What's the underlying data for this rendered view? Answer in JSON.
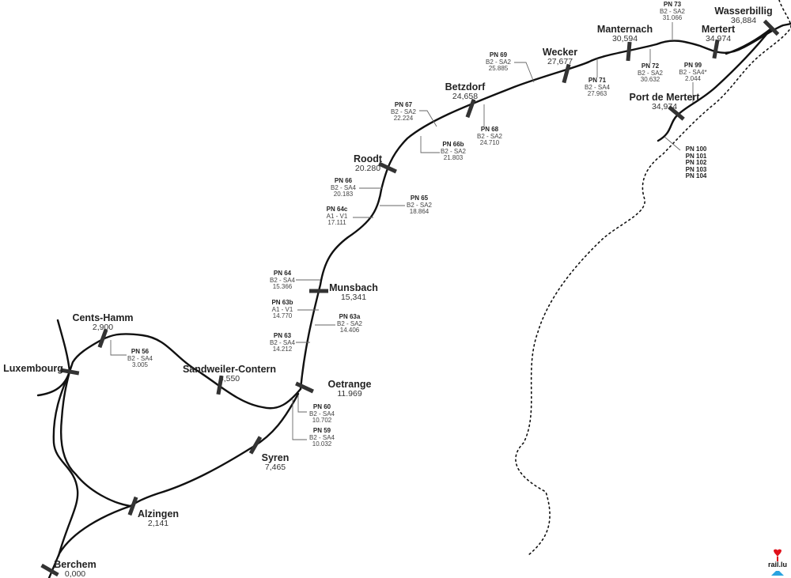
{
  "stations": [
    {
      "name": "Wasserbillig",
      "km": "36,884"
    },
    {
      "name": "Mertert",
      "km": "34,974"
    },
    {
      "name": "Manternach",
      "km": "30,594"
    },
    {
      "name": "Wecker",
      "km": "27,677"
    },
    {
      "name": "Betzdorf",
      "km": "24,658"
    },
    {
      "name": "Roodt",
      "km": "20.280"
    },
    {
      "name": "Munsbach",
      "km": "15,341"
    },
    {
      "name": "Oetrange",
      "km": "11.969"
    },
    {
      "name": "Sandweiler-Contern",
      "km": "6,550"
    },
    {
      "name": "Syren",
      "km": "7,465"
    },
    {
      "name": "Alzingen",
      "km": "2,141"
    },
    {
      "name": "Berchem",
      "km": "0,000"
    },
    {
      "name": "Luxembourg",
      "km": ""
    },
    {
      "name": "Cents-Hamm",
      "km": "2,900"
    },
    {
      "name": "Port de Mertert",
      "km": "34,974"
    }
  ],
  "crossings": [
    {
      "id": "PN 56",
      "type": "B2 - SA4",
      "km": "3.005"
    },
    {
      "id": "PN 59",
      "type": "B2 - SA4",
      "km": "10.032"
    },
    {
      "id": "PN 60",
      "type": "B2 - SA4",
      "km": "10.702"
    },
    {
      "id": "PN 63",
      "type": "B2 - SA4",
      "km": "14.212"
    },
    {
      "id": "PN 63a",
      "type": "B2 - SA2",
      "km": "14.406"
    },
    {
      "id": "PN 63b",
      "type": "A1 - V1",
      "km": "14.770"
    },
    {
      "id": "PN 64",
      "type": "B2 - SA4",
      "km": "15.366"
    },
    {
      "id": "PN 64c",
      "type": "A1 - V1",
      "km": "17.111"
    },
    {
      "id": "PN 65",
      "type": "B2 - SA2",
      "km": "18.864"
    },
    {
      "id": "PN 66",
      "type": "B2 - SA4",
      "km": "20.183"
    },
    {
      "id": "PN 66b",
      "type": "B2 - SA2",
      "km": "21.803"
    },
    {
      "id": "PN 67",
      "type": "B2 - SA2",
      "km": "22.224"
    },
    {
      "id": "PN 68",
      "type": "B2 - SA2",
      "km": "24.710"
    },
    {
      "id": "PN 69",
      "type": "B2 - SA2",
      "km": "25.885"
    },
    {
      "id": "PN 71",
      "type": "B2 - SA4",
      "km": "27.963"
    },
    {
      "id": "PN 72",
      "type": "B2 - SA2",
      "km": "30.632"
    },
    {
      "id": "PN 73",
      "type": "B2 - SA2",
      "km": "31.066"
    },
    {
      "id": "PN 99",
      "type": "B2 - SA4*",
      "km": "2.044"
    }
  ],
  "crossing_group": [
    "PN 100",
    "PN 101",
    "PN 102",
    "PN 103",
    "PN 104"
  ],
  "logo": "rail.lu",
  "colors": {
    "track": "#111111",
    "station_bar": "#333333",
    "logo_red": "#e0101a",
    "logo_blue": "#29a3e0"
  }
}
